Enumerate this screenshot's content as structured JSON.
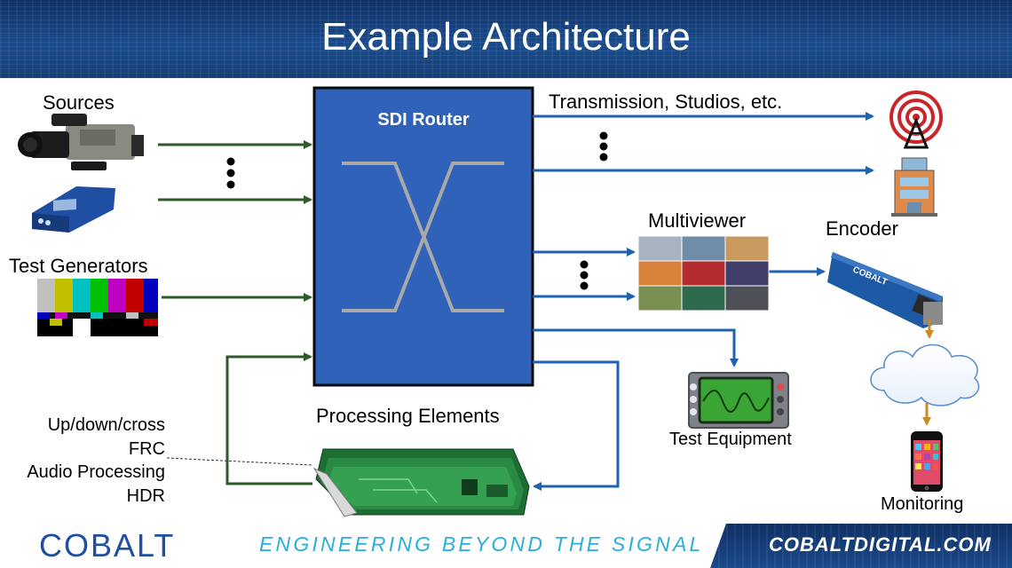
{
  "slide": {
    "title": "Example Architecture",
    "sources_label": "Sources",
    "test_generators_label": "Test Generators",
    "router_label": "SDI Router",
    "transmission_label": "Transmission, Studios, etc.",
    "multiviewer_label": "Multiviewer",
    "encoder_label": "Encoder",
    "test_equipment_label": "Test Equipment",
    "processing_elements_label": "Processing Elements",
    "monitoring_label": "Monitoring",
    "processing_functions": [
      "Up/down/cross",
      "FRC",
      "Audio Processing",
      "HDR"
    ],
    "encoder_card_text": "COBALT"
  },
  "footer": {
    "logo": "COBALT",
    "tagline": "ENGINEERING BEYOND THE SIGNAL",
    "website": "COBALTDIGITAL.COM"
  },
  "colors": {
    "header_blue": "#163e74",
    "router_blue": "#2f62b8",
    "input_arrow_green": "#2e5b2a",
    "output_arrow_blue": "#1e62b0",
    "encoder_arrow_orange": "#c98a28",
    "tagline_cyan": "#2ab0d8"
  }
}
